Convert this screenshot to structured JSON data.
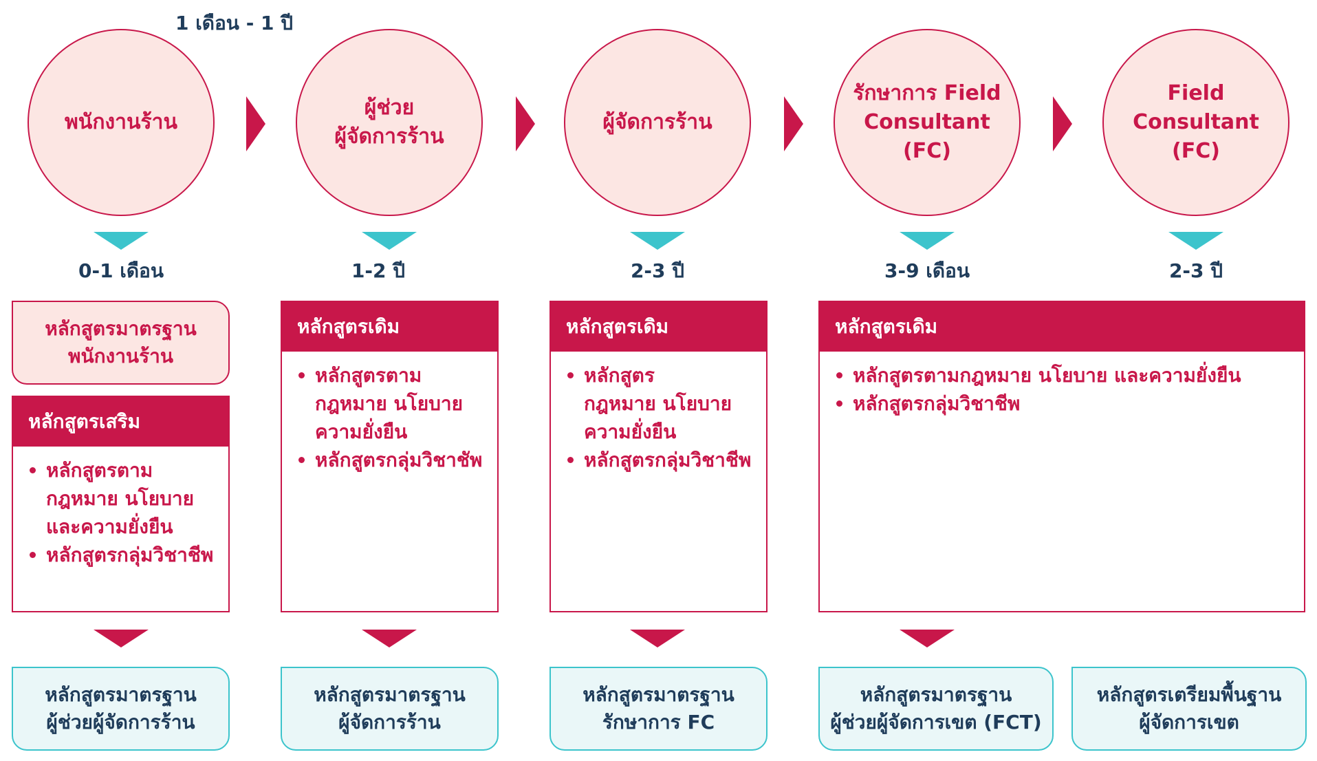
{
  "top_note": "1 เดือน - 1 ปี",
  "stages": [
    {
      "title": "พนักงานร้าน",
      "duration": "0-1 เดือน"
    },
    {
      "title": "ผู้ช่วย\nผู้จัดการร้าน",
      "duration": "1-2 ปี"
    },
    {
      "title": "ผู้จัดการร้าน",
      "duration": "2-3 ปี"
    },
    {
      "title": "รักษาการ Field\nConsultant\n(FC)",
      "duration": "3-9 เดือน"
    },
    {
      "title": "Field\nConsultant\n(FC)",
      "duration": "2-3 ปี"
    }
  ],
  "standard_course_first": "หลักสูตรมาตรฐาน\nพนักงานร้าน",
  "courses": [
    {
      "header": "หลักสูตรเสริม",
      "items": [
        "หลักสูตรตาม\nกฎหมาย นโยบาย\nและความยั่งยืน",
        "หลักสูตรกลุ่มวิชาชีพ"
      ]
    },
    {
      "header": "หลักสูตรเดิม",
      "items": [
        "หลักสูตรตาม\nกฎหมาย นโยบาย\nความยั่งยืน",
        "หลักสูตรกลุ่มวิชาชัพ"
      ]
    },
    {
      "header": "หลักสูตรเดิม",
      "items": [
        "หลักสูตร\nกฎหมาย นโยบาย\nความยั่งยืน",
        "หลักสูตรกลุ่มวิชาชีพ"
      ]
    },
    {
      "header": "หลักสูตรเดิม",
      "items": [
        "หลักสูตรตามกฎหมาย นโยบาย และความยั่งยืน",
        "หลักสูตรกลุ่มวิชาชีพ"
      ]
    }
  ],
  "next_courses": [
    "หลักสูตรมาตรฐาน\nผู้ช่วยผู้จัดการร้าน",
    "หลักสูตรมาตรฐาน\nผู้จัดการร้าน",
    "หลักสูตรมาตรฐาน\nรักษาการ FC",
    "หลักสูตรมาตรฐาน\nผู้ช่วยผู้จัดการเขต (FCT)",
    "หลักสูตรเตรียมพื้นฐาน\nผู้จัดการเขต"
  ],
  "colors": {
    "accent": "#c8174a",
    "circle_fill": "#fce6e3",
    "teal": "#3cc4cc",
    "teal_fill": "#eaf7f8",
    "navy": "#1f3c5a"
  }
}
